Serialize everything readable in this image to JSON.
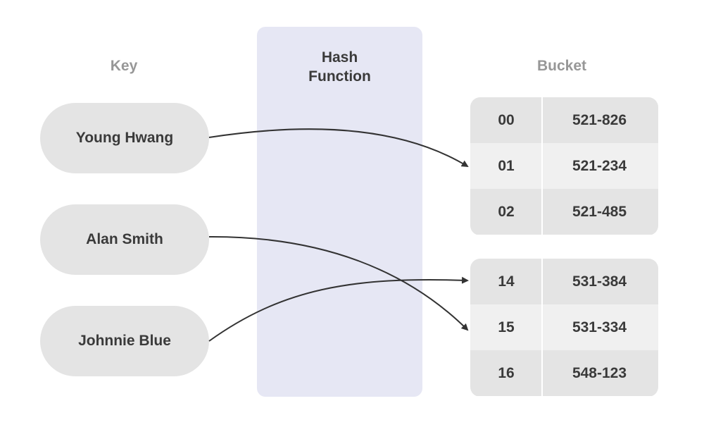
{
  "columns": {
    "key": "Key",
    "hash_function": "Hash\nFunction",
    "bucket": "Bucket"
  },
  "keys": [
    "Young Hwang",
    "Alan Smith",
    "Johnnie Blue"
  ],
  "buckets": [
    {
      "rows": [
        {
          "index": "00",
          "value": "521-826"
        },
        {
          "index": "01",
          "value": "521-234"
        },
        {
          "index": "02",
          "value": "521-485"
        }
      ]
    },
    {
      "rows": [
        {
          "index": "14",
          "value": "531-384"
        },
        {
          "index": "15",
          "value": "531-334"
        },
        {
          "index": "16",
          "value": "548-123"
        }
      ]
    }
  ],
  "mappings": [
    {
      "key": "Young Hwang",
      "bucket": "01"
    },
    {
      "key": "Alan Smith",
      "bucket": "15"
    },
    {
      "key": "Johnnie Blue",
      "bucket": "14"
    }
  ],
  "colors": {
    "pill": "#e4e4e4",
    "hash_panel": "#e6e7f4",
    "row_light": "#f0f0f0",
    "row_dark": "#e4e4e4",
    "text": "#3a3a3a",
    "label": "#979797",
    "arrow": "#333333"
  }
}
